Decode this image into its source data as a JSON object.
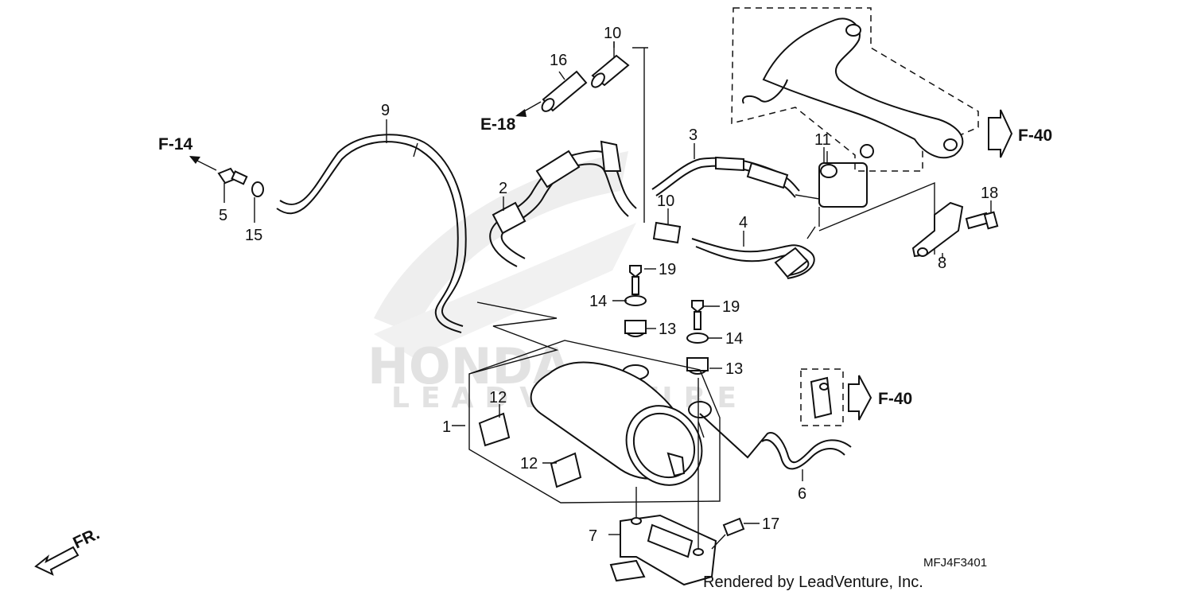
{
  "diagram": {
    "part_callouts": [
      {
        "id": "c1",
        "label": "1"
      },
      {
        "id": "c2",
        "label": "2"
      },
      {
        "id": "c3",
        "label": "3"
      },
      {
        "id": "c4",
        "label": "4"
      },
      {
        "id": "c5",
        "label": "5"
      },
      {
        "id": "c6",
        "label": "6"
      },
      {
        "id": "c7",
        "label": "7"
      },
      {
        "id": "c8",
        "label": "8"
      },
      {
        "id": "c9",
        "label": "9"
      },
      {
        "id": "c10a",
        "label": "10"
      },
      {
        "id": "c10b",
        "label": "10"
      },
      {
        "id": "c11",
        "label": "11"
      },
      {
        "id": "c12a",
        "label": "12"
      },
      {
        "id": "c12b",
        "label": "12"
      },
      {
        "id": "c13a",
        "label": "13"
      },
      {
        "id": "c13b",
        "label": "13"
      },
      {
        "id": "c14a",
        "label": "14"
      },
      {
        "id": "c14b",
        "label": "14"
      },
      {
        "id": "c15",
        "label": "15"
      },
      {
        "id": "c16",
        "label": "16"
      },
      {
        "id": "c17",
        "label": "17"
      },
      {
        "id": "c18",
        "label": "18"
      },
      {
        "id": "c19a",
        "label": "19"
      },
      {
        "id": "c19b",
        "label": "19"
      }
    ],
    "references": {
      "f14": "F-14",
      "e18": "E-18",
      "f40_top": "F-40",
      "f40_mid": "F-40"
    },
    "front_indicator": "FR.",
    "diagram_code": "MFJ4F3401",
    "credit": "Rendered by LeadVenture, Inc.",
    "watermark": {
      "brand": "HONDA",
      "sub": "LEADVENTURE"
    }
  }
}
